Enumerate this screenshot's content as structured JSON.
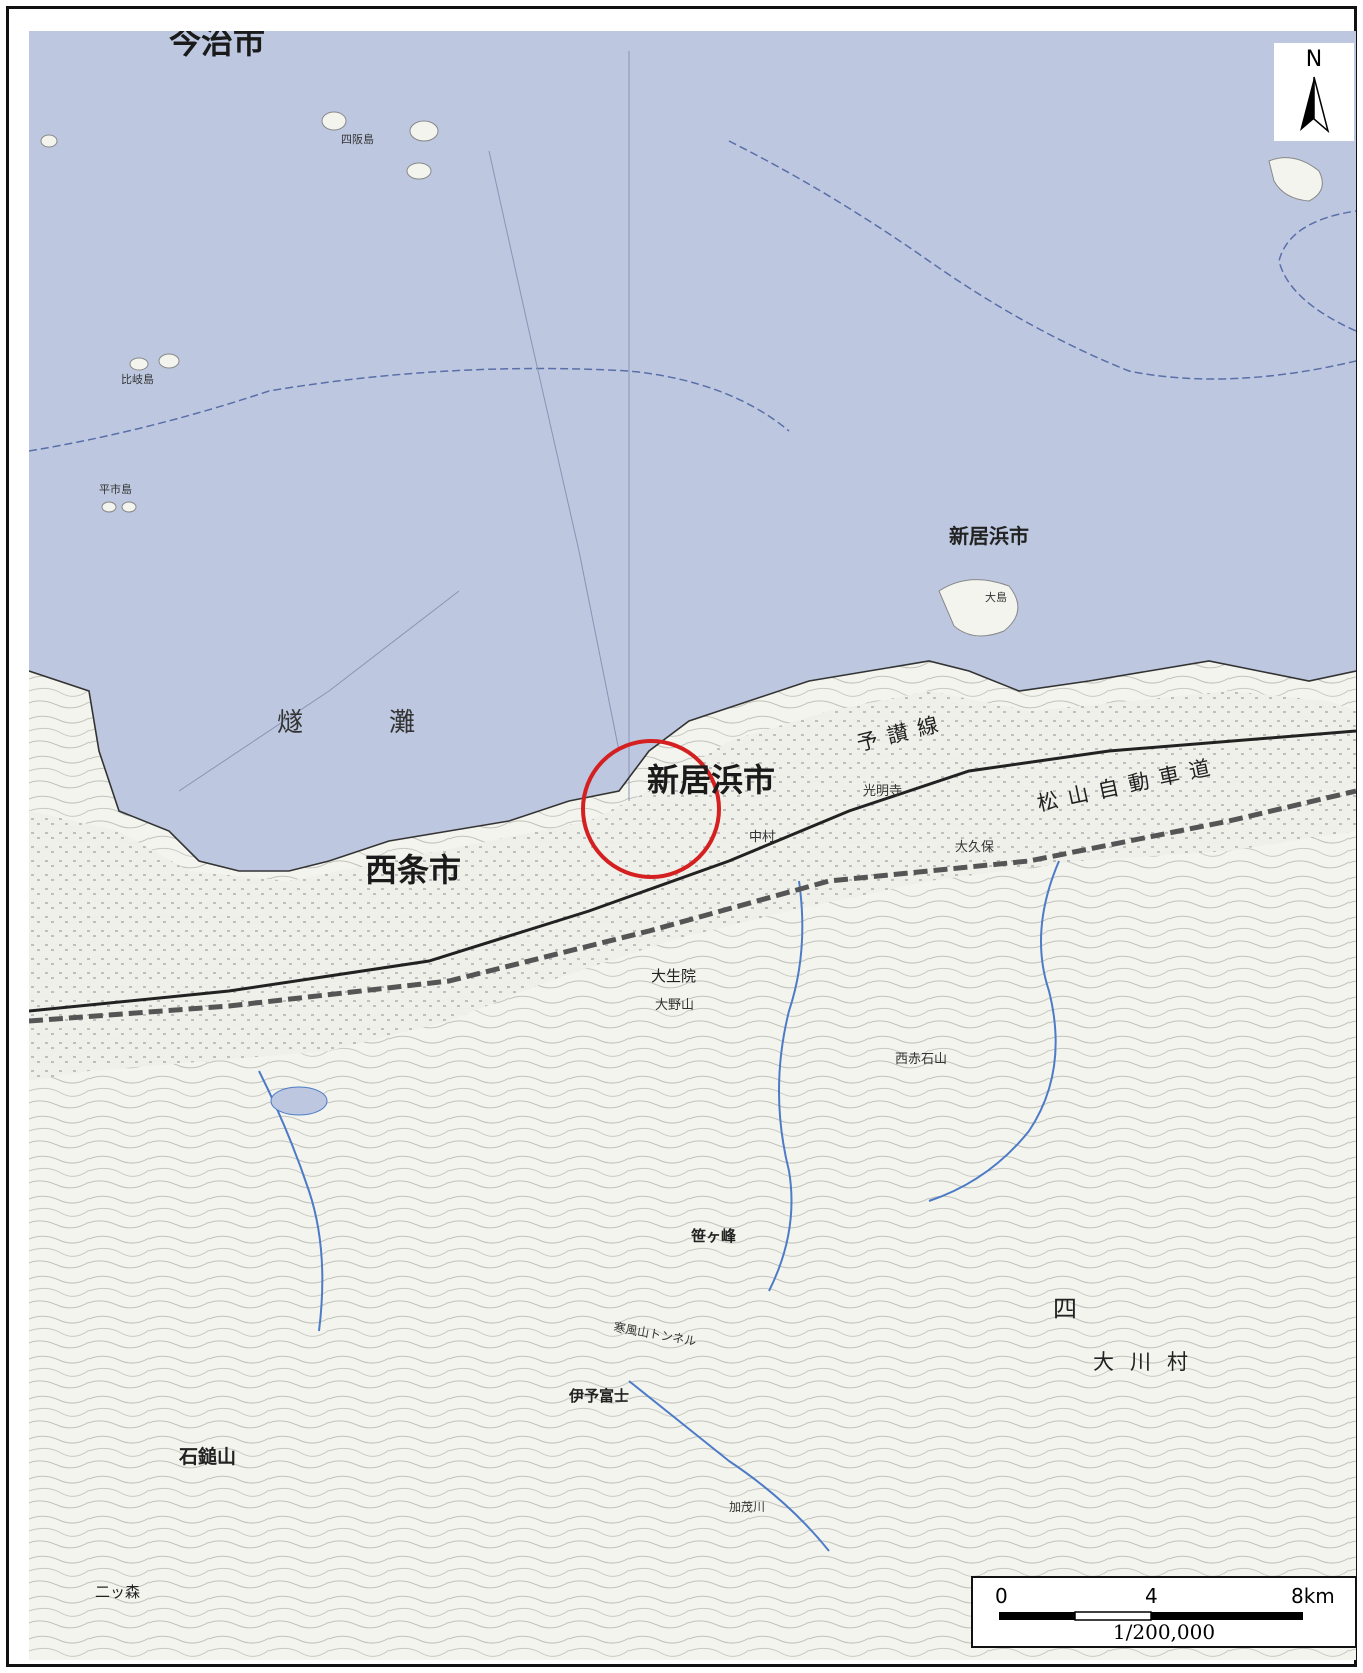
{
  "map": {
    "cities": {
      "imabari": "今治市",
      "niihama_north": "新居浜市",
      "niihama": "新居浜市",
      "saijo": "西条市"
    },
    "sea": "燧　灘",
    "islands": [
      "四阪島",
      "比岐島",
      "平市島",
      "大島"
    ],
    "mountains": [
      "石鎚山",
      "伊予富士",
      "笹ヶ峰",
      "大生院",
      "西赤石山",
      "二ッ森",
      "大野山"
    ],
    "labels": {
      "kubo": "大久保",
      "shiratori": "中村",
      "kanbai": "松山自動車道",
      "yosan": "予讃線",
      "sakae": "光明寺",
      "nomura": "大川村",
      "shiten": "四",
      "tonneru": "寒風山トンネル",
      "kamo": "加茂川"
    },
    "colors": {
      "sea": "#bdc8e0",
      "land": "#f4f4ee",
      "contour": "#b9b9b4",
      "highlight": "#d42020"
    }
  },
  "north_arrow": {
    "label": "N"
  },
  "scale_bar": {
    "ticks": [
      "0",
      "4",
      "8km"
    ],
    "ratio": "1/200,000"
  }
}
